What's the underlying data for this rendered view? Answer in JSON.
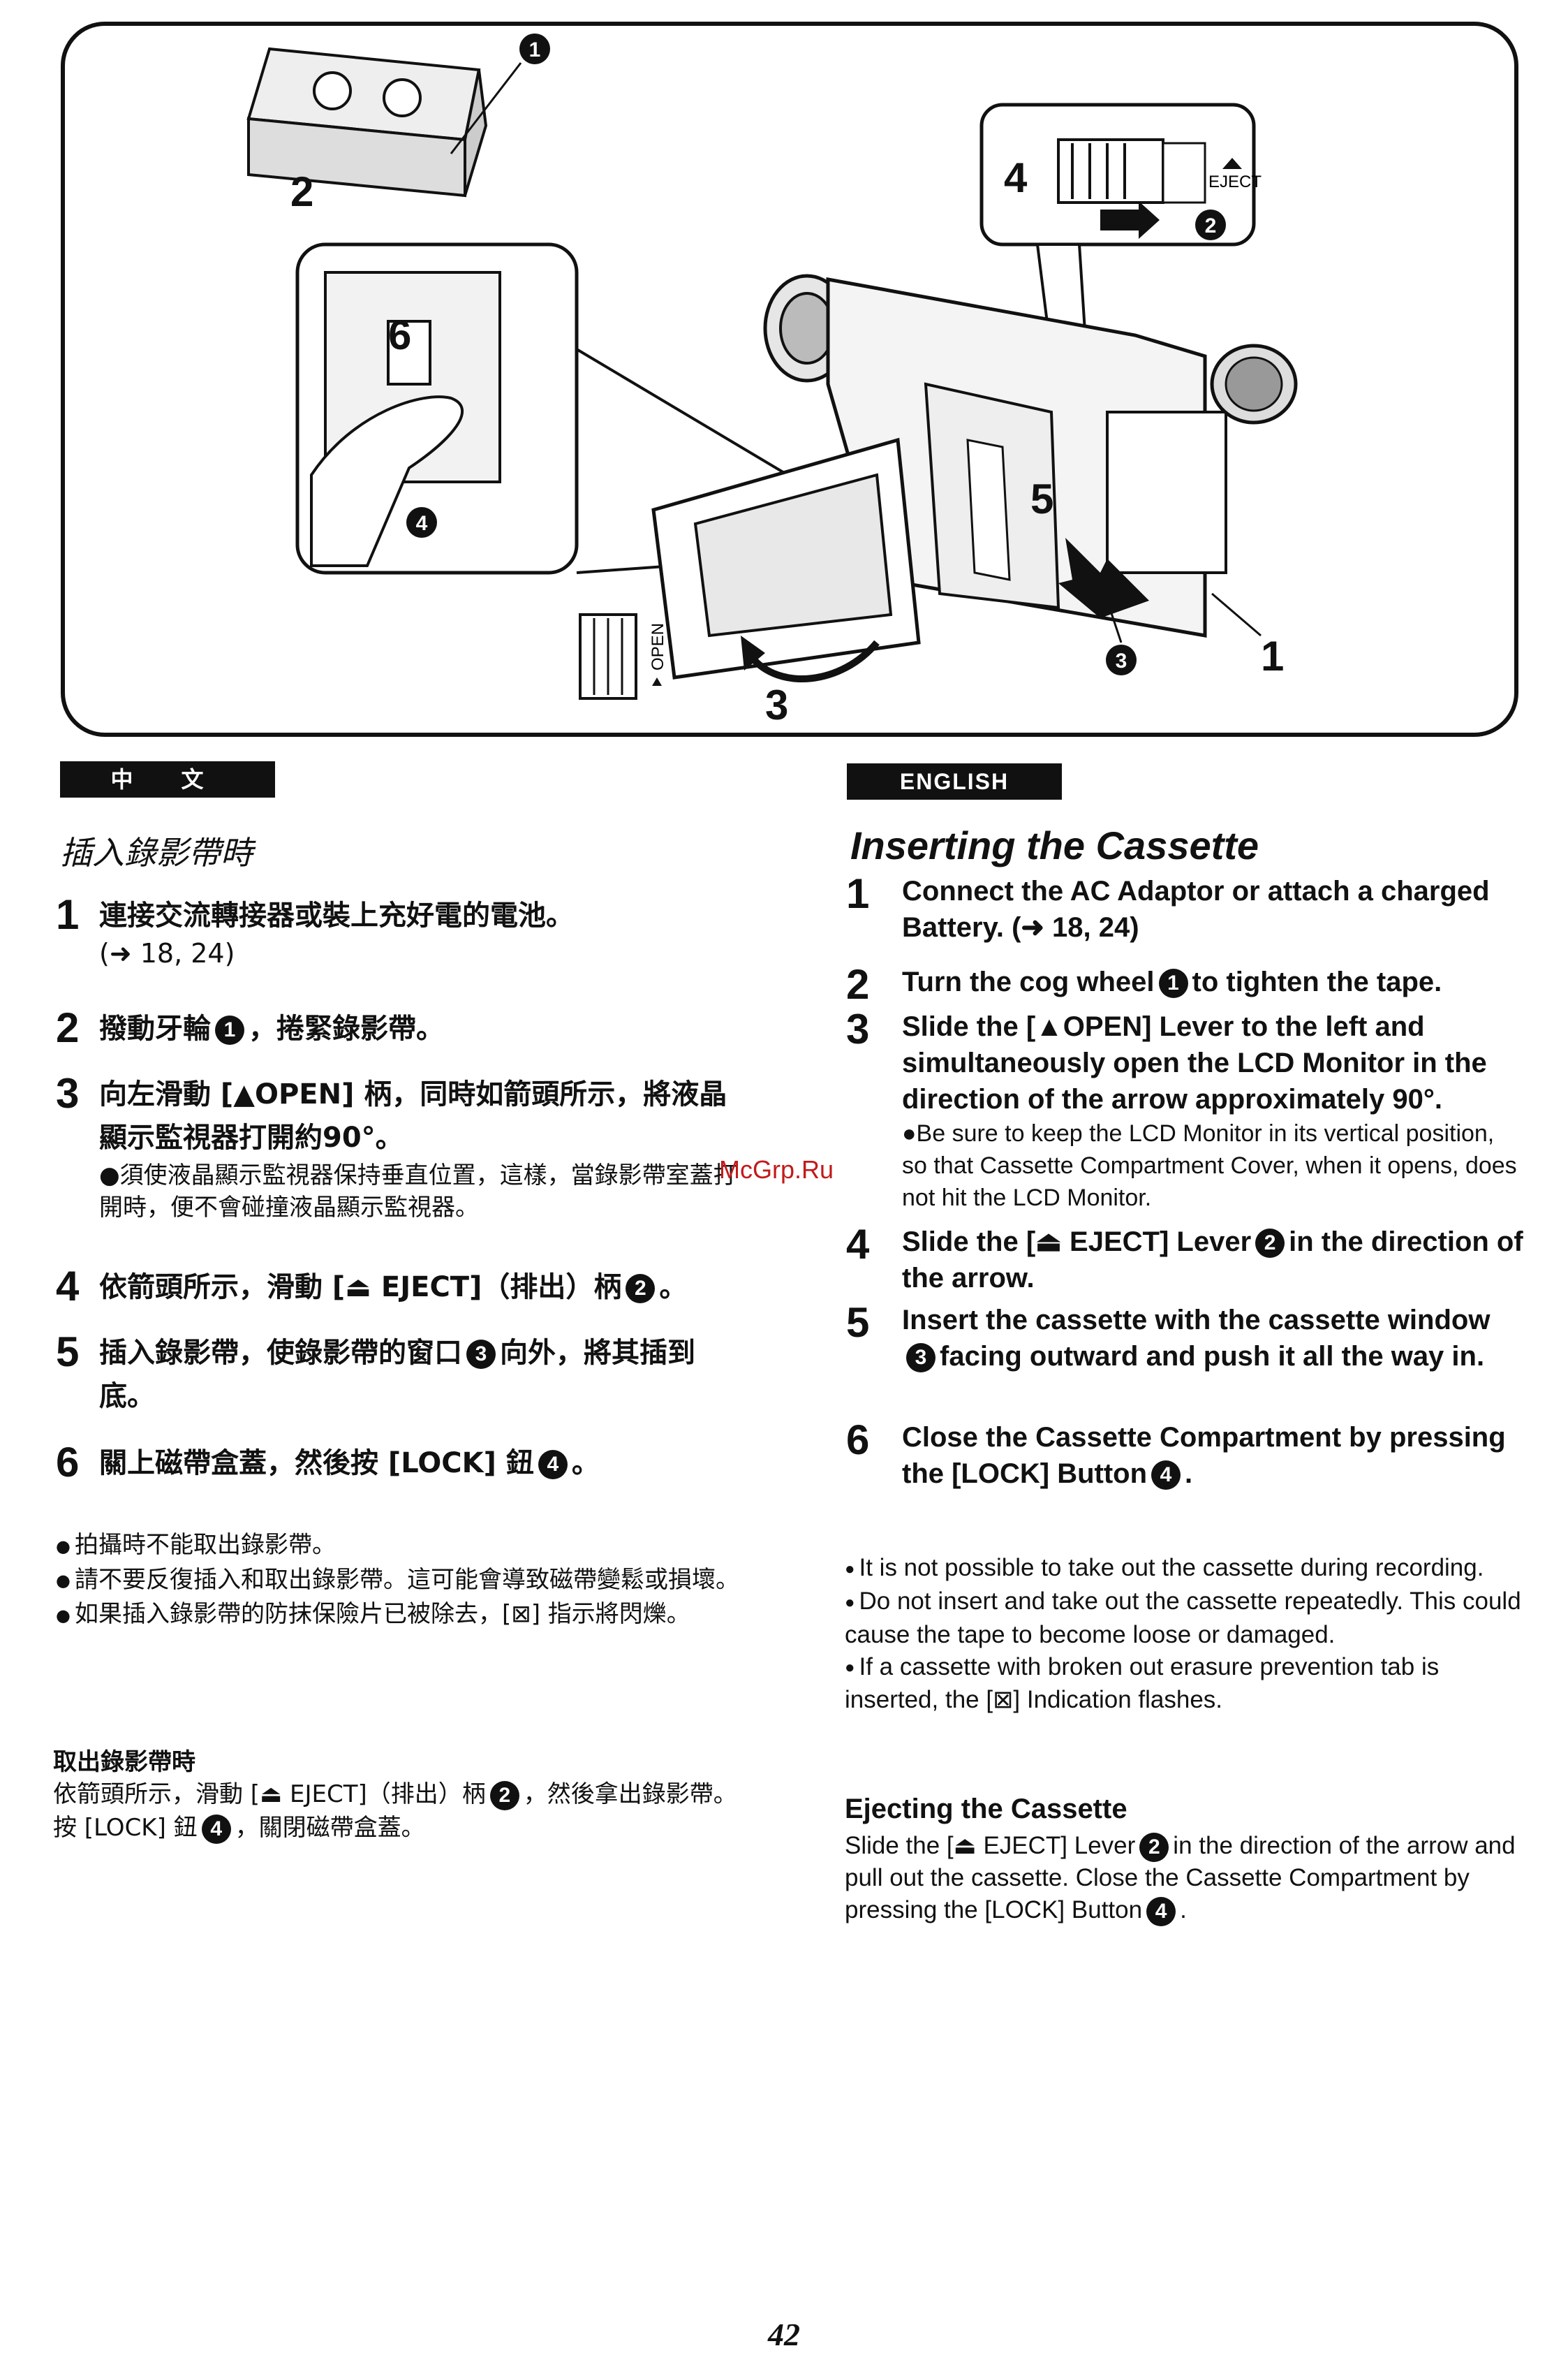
{
  "figure": {
    "callouts": [
      "1",
      "2",
      "3",
      "4",
      "5",
      "6"
    ],
    "circled": [
      "1",
      "2",
      "3",
      "4"
    ],
    "eject_label": "EJECT",
    "open_label": "OPEN"
  },
  "chinese": {
    "lang_label": "中 文",
    "heading": "插入錄影帶時",
    "steps": [
      {
        "num": "1",
        "text": "連接交流轉接器或裝上充好電的電池。",
        "sub": "(➜ 18, 24)"
      },
      {
        "num": "2",
        "text_a": "撥動牙輪",
        "circle": "1",
        "text_b": "，捲緊錄影帶。"
      },
      {
        "num": "3",
        "text": "向左滑動 [▲OPEN] 柄，同時如箭頭所示，將液晶顯示監視器打開約90°。",
        "note": "●須使液晶顯示監視器保持垂直位置，這樣，當錄影帶室蓋打開時，便不會碰撞液晶顯示監視器。"
      },
      {
        "num": "4",
        "text_a": "依箭頭所示，滑動 [⏏ EJECT]（排出）柄",
        "circle": "2",
        "text_b": "。"
      },
      {
        "num": "5",
        "text_a": "插入錄影帶，使錄影帶的窗口",
        "circle": "3",
        "text_b": "向外，將其插到底。"
      },
      {
        "num": "6",
        "text_a": "關上磁帶盒蓋，然後按 [LOCK] 鈕",
        "circle": "4",
        "text_b": "。"
      }
    ],
    "notes": [
      "拍攝時不能取出錄影帶。",
      "請不要反復插入和取出錄影帶。這可能會導致磁帶變鬆或損壞。",
      "如果插入錄影帶的防抹保險片已被除去，[⊠] 指示將閃爍。"
    ],
    "eject_heading": "取出錄影帶時",
    "eject_text_a": "依箭頭所示，滑動 [⏏ EJECT]（排出）柄",
    "eject_circle_a": "2",
    "eject_text_b": "，然後拿出錄影帶。按 [LOCK] 鈕",
    "eject_circle_b": "4",
    "eject_text_c": "，關閉磁帶盒蓋。"
  },
  "english": {
    "lang_label": "ENGLISH",
    "heading": "Inserting the Cassette",
    "steps": [
      {
        "num": "1",
        "text": "Connect the AC Adaptor or attach a charged Battery. (➜ 18, 24)"
      },
      {
        "num": "2",
        "text_a": "Turn the cog wheel",
        "circle": "1",
        "text_b": "to tighten the tape."
      },
      {
        "num": "3",
        "text": "Slide the [▲OPEN] Lever to the left and simultaneously open the LCD Monitor in the direction of the arrow approximately 90°.",
        "note": "●Be sure to keep the LCD Monitor in its vertical position, so that Cassette Compartment Cover, when it opens, does not hit the LCD Monitor."
      },
      {
        "num": "4",
        "text_a": "Slide the [⏏ EJECT] Lever",
        "circle": "2",
        "text_b": "in the direction of the arrow."
      },
      {
        "num": "5",
        "text_a": "Insert the cassette with the cassette window",
        "circle": "3",
        "text_b": "facing outward and push it all the way in."
      },
      {
        "num": "6",
        "text_a": "Close the Cassette Compartment by pressing the [LOCK] Button",
        "circle": "4",
        "text_b": "."
      }
    ],
    "notes": [
      "It is not possible to take out the cassette during recording.",
      "Do not insert and take out the cassette repeatedly. This could cause the tape to become loose or damaged.",
      "If a cassette with broken out erasure prevention tab is inserted, the [⊠] Indication flashes."
    ],
    "eject_heading": "Ejecting the Cassette",
    "eject_text_a": "Slide the [⏏ EJECT] Lever",
    "eject_circle_a": "2",
    "eject_text_b": "in the direction of the arrow and pull out the cassette. Close the Cassette Compartment by pressing the [LOCK] Button",
    "eject_circle_b": "4",
    "eject_text_c": "."
  },
  "watermark": "McGrp.Ru",
  "page_number": "42"
}
